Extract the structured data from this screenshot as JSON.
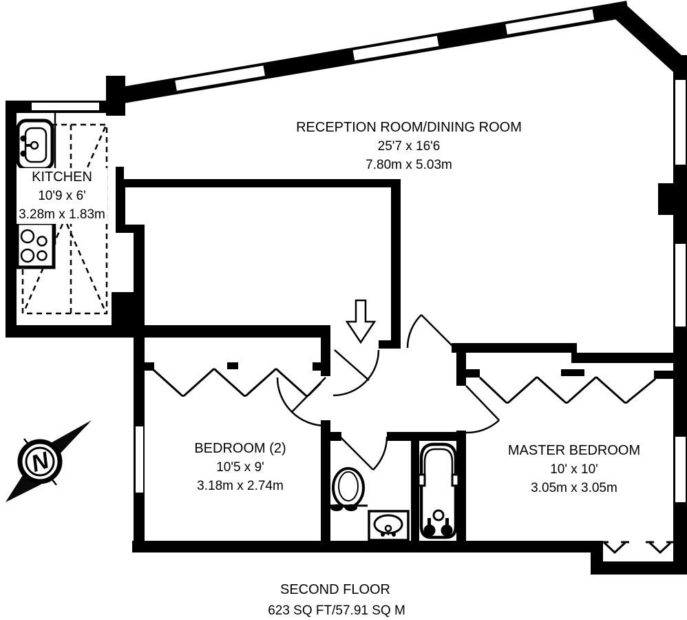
{
  "floorplan": {
    "background": "#ffffff",
    "wall_color": "#000000",
    "rooms": [
      {
        "name": "RECEPTION ROOM/DINING ROOM",
        "size_ft": "25'7 x 16'6",
        "size_m": "7.80m x 5.03m"
      },
      {
        "name": "KITCHEN",
        "size_ft": "10'9 x 6'",
        "size_m": "3.28m x 1.83m"
      },
      {
        "name": "BEDROOM (2)",
        "size_ft": "10'5 x 9'",
        "size_m": "3.18m x 2.74m"
      },
      {
        "name": "MASTER BEDROOM",
        "size_ft": "10' x 10'",
        "size_m": "3.05m x 3.05m"
      }
    ],
    "footer": {
      "floor_label": "SECOND FLOOR",
      "area_label": "623 SQ FT/57.91 SQ M"
    },
    "compass": {
      "label": "N"
    }
  }
}
